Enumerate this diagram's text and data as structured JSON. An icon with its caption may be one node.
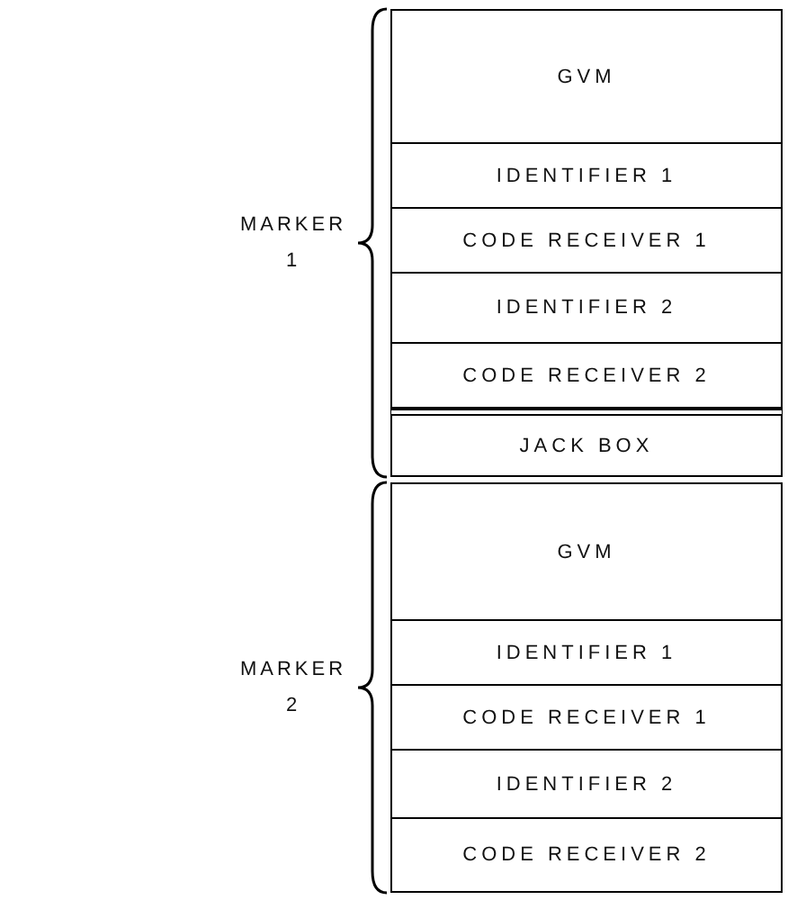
{
  "diagram": {
    "nodes": [
      {
        "text": [
          "GVM"
        ]
      },
      {
        "text": [
          "IDENTIFIER 1"
        ]
      },
      {
        "text": [
          "CODE RECEIVER 1"
        ]
      },
      {
        "text": [
          "IDENTIFIER 2"
        ]
      },
      {
        "text": [
          "CODE RECEIVER 2"
        ]
      },
      {
        "text": [
          "JACK BOX"
        ]
      },
      {
        "text": [
          "GVM"
        ]
      },
      {
        "text": [
          "IDENTIFIER 1"
        ]
      },
      {
        "text": [
          "CODE RECEIVER 1"
        ]
      },
      {
        "text": [
          "IDENTIFIER 2"
        ]
      },
      {
        "text": [
          "CODE RECEIVER 2"
        ]
      }
    ],
    "labels": [
      "MARKER 1",
      "MARKER 2"
    ]
  }
}
